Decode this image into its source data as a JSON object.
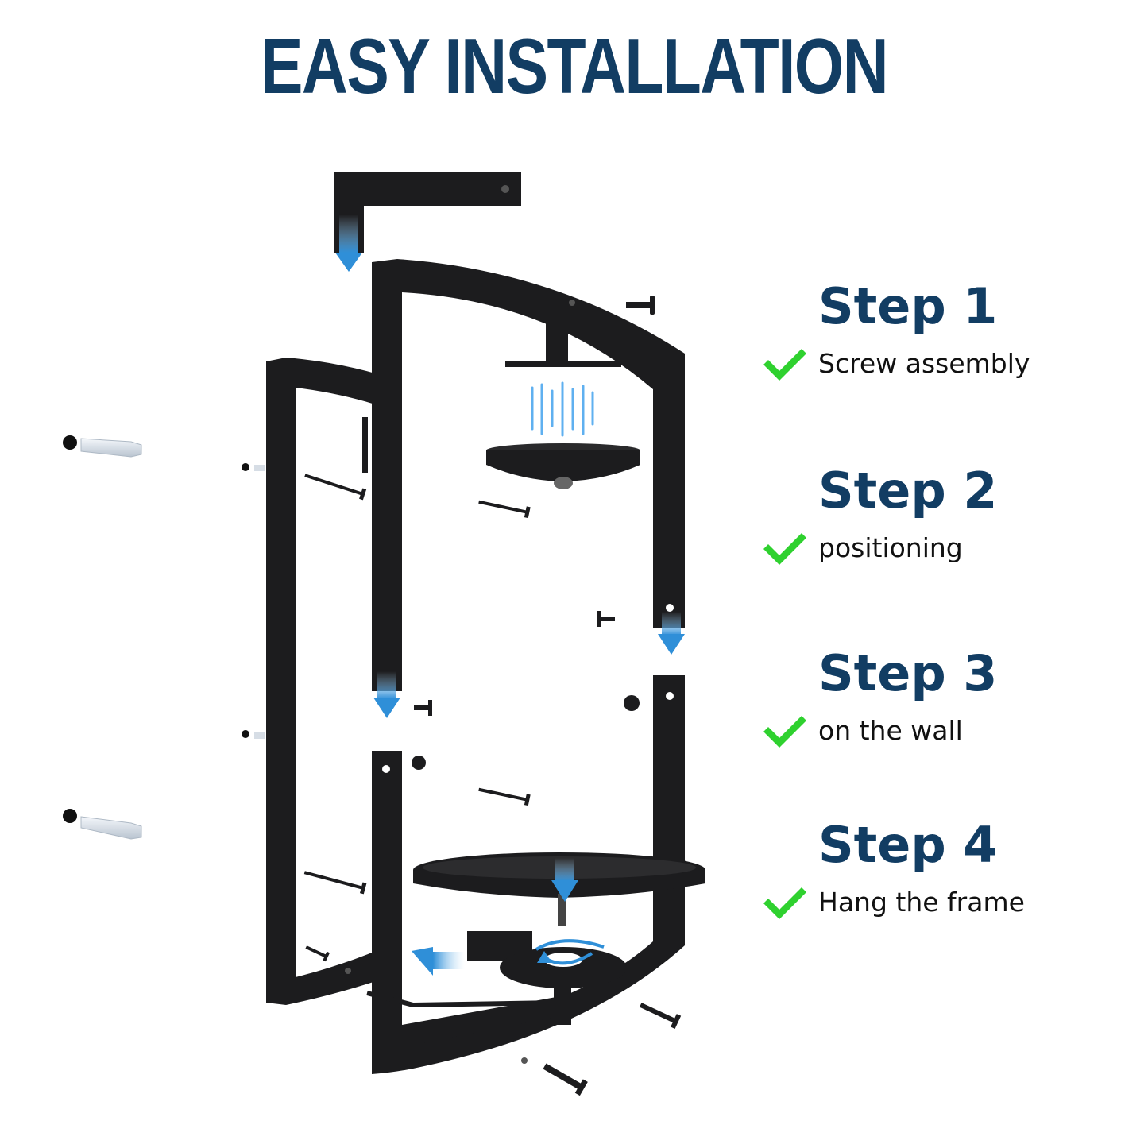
{
  "title": "EASY INSTALLATION",
  "colors": {
    "title": "#123d63",
    "step_title": "#123d63",
    "check": "#2fd12f",
    "arrow": "#2f8fd8",
    "frame": "#1c1c1e"
  },
  "steps": [
    {
      "title": "Step 1",
      "description": "Screw assembly",
      "icon": "checkmark-icon"
    },
    {
      "title": "Step 2",
      "description": "positioning",
      "icon": "checkmark-icon"
    },
    {
      "title": "Step 3",
      "description": "on the wall",
      "icon": "checkmark-icon"
    },
    {
      "title": "Step 4",
      "description": "Hang the frame",
      "icon": "checkmark-icon"
    }
  ]
}
